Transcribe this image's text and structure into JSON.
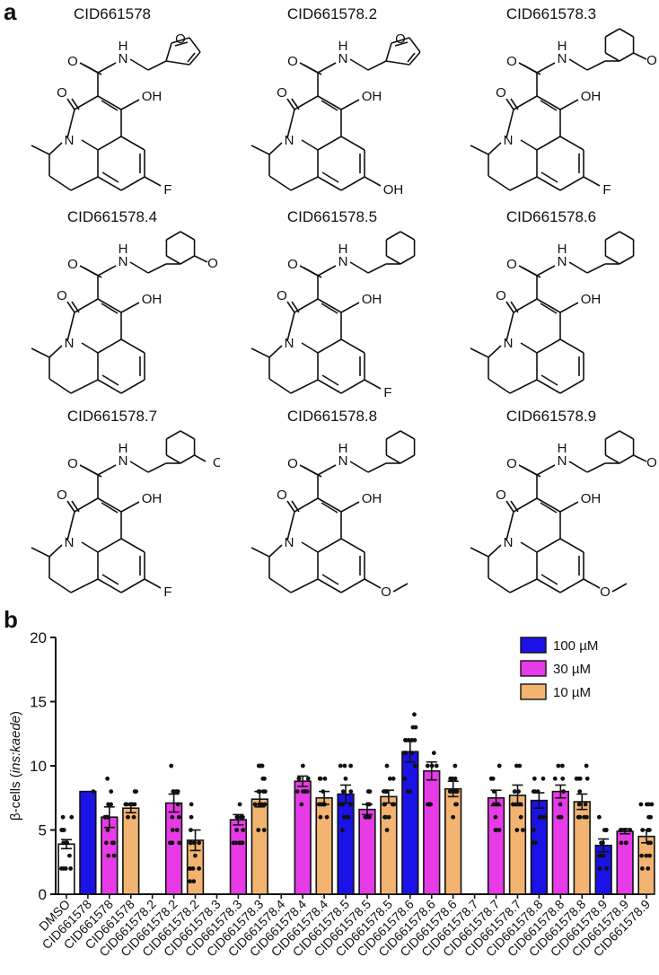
{
  "panels": {
    "a": "a",
    "b": "b"
  },
  "compounds": [
    {
      "name": "CID661578",
      "amine": "furan",
      "r": "F"
    },
    {
      "name": "CID661578.2",
      "amine": "furan",
      "r": "OH"
    },
    {
      "name": "CID661578.3",
      "amine": "methoxybenzyl",
      "r": "F"
    },
    {
      "name": "CID661578.4",
      "amine": "methoxybenzyl",
      "r": ""
    },
    {
      "name": "CID661578.5",
      "amine": "benzyl",
      "r": "F"
    },
    {
      "name": "CID661578.6",
      "amine": "benzyl",
      "r": ""
    },
    {
      "name": "CID661578.7",
      "amine": "hydroxybenzyl",
      "r": "F"
    },
    {
      "name": "CID661578.8",
      "amine": "benzyl",
      "r": "O"
    },
    {
      "name": "CID661578.9",
      "amine": "methoxybenzyl",
      "r": "O"
    }
  ],
  "labels": {
    "H": "H",
    "N": "N",
    "O": "O",
    "OH": "OH"
  },
  "chart_data": {
    "type": "bar",
    "ylabel_prefix": "β-cells (",
    "ylabel_italic": "ins:kaede",
    "ylabel_suffix": ")",
    "ylim": [
      0,
      20
    ],
    "yticks": [
      "0",
      "5",
      "10",
      "15",
      "20"
    ],
    "legend": [
      {
        "name": "100 µM",
        "color": "#1a12e6"
      },
      {
        "name": "30 µM",
        "color": "#e83be8"
      },
      {
        "name": "10 µM",
        "color": "#f2b470"
      }
    ],
    "legend_position": "top-right",
    "bars": [
      {
        "label": "DMSO",
        "value": 3.9,
        "err": 0.35,
        "group": "dmso",
        "color": "#ffffff",
        "n": 16,
        "spread": 2.2
      },
      {
        "label": "CID661578",
        "value": 8.0,
        "err": 0.0,
        "group": "100",
        "color": "#1a12e6",
        "n": 1,
        "spread": 0
      },
      {
        "label": "CID661578",
        "value": 6.0,
        "err": 0.8,
        "group": "30",
        "color": "#e83be8",
        "n": 14,
        "spread": 3.2
      },
      {
        "label": "CID661578",
        "value": 6.7,
        "err": 0.35,
        "group": "10",
        "color": "#f2b470",
        "n": 10,
        "spread": 1.6
      },
      {
        "label": "CID661578.2",
        "value": null,
        "err": 0,
        "group": "100",
        "color": "#1a12e6",
        "n": 0,
        "spread": 0
      },
      {
        "label": "CID661578.2",
        "value": 7.1,
        "err": 0.7,
        "group": "30",
        "color": "#e83be8",
        "n": 14,
        "spread": 3.2
      },
      {
        "label": "CID661578.2",
        "value": 4.2,
        "err": 0.8,
        "group": "10",
        "color": "#f2b470",
        "n": 14,
        "spread": 3.4
      },
      {
        "label": "CID661578.3",
        "value": null,
        "err": 0,
        "group": "100",
        "color": "#1a12e6",
        "n": 0,
        "spread": 0
      },
      {
        "label": "CID661578.3",
        "value": 5.8,
        "err": 0.4,
        "group": "30",
        "color": "#e83be8",
        "n": 12,
        "spread": 2.3
      },
      {
        "label": "CID661578.3",
        "value": 7.4,
        "err": 0.6,
        "group": "10",
        "color": "#f2b470",
        "n": 16,
        "spread": 2.8
      },
      {
        "label": "CID661578.4",
        "value": null,
        "err": 0,
        "group": "100",
        "color": "#1a12e6",
        "n": 0,
        "spread": 0
      },
      {
        "label": "CID661578.4",
        "value": 8.8,
        "err": 0.4,
        "group": "30",
        "color": "#e83be8",
        "n": 10,
        "spread": 1.6
      },
      {
        "label": "CID661578.4",
        "value": 7.5,
        "err": 0.5,
        "group": "10",
        "color": "#f2b470",
        "n": 12,
        "spread": 2.0
      },
      {
        "label": "CID661578.5",
        "value": 7.8,
        "err": 0.7,
        "group": "100",
        "color": "#1a12e6",
        "n": 15,
        "spread": 3.0
      },
      {
        "label": "CID661578.5",
        "value": 6.6,
        "err": 0.4,
        "group": "30",
        "color": "#e83be8",
        "n": 10,
        "spread": 1.4
      },
      {
        "label": "CID661578.5",
        "value": 7.6,
        "err": 0.5,
        "group": "10",
        "color": "#f2b470",
        "n": 16,
        "spread": 2.5
      },
      {
        "label": "CID661578.6",
        "value": 11.1,
        "err": 0.8,
        "group": "100",
        "color": "#1a12e6",
        "n": 16,
        "spread": 3.2
      },
      {
        "label": "CID661578.6",
        "value": 9.6,
        "err": 0.7,
        "group": "30",
        "color": "#e83be8",
        "n": 12,
        "spread": 3.0
      },
      {
        "label": "CID661578.6",
        "value": 8.2,
        "err": 0.6,
        "group": "10",
        "color": "#f2b470",
        "n": 12,
        "spread": 2.2
      },
      {
        "label": "CID661578.7",
        "value": null,
        "err": 0,
        "group": "100",
        "color": "#1a12e6",
        "n": 0,
        "spread": 0
      },
      {
        "label": "CID661578.7",
        "value": 7.5,
        "err": 0.6,
        "group": "30",
        "color": "#e83be8",
        "n": 12,
        "spread": 2.2
      },
      {
        "label": "CID661578.7",
        "value": 7.7,
        "err": 0.8,
        "group": "10",
        "color": "#f2b470",
        "n": 12,
        "spread": 3.0
      },
      {
        "label": "CID661578.8",
        "value": 7.3,
        "err": 0.6,
        "group": "100",
        "color": "#1a12e6",
        "n": 12,
        "spread": 3.0
      },
      {
        "label": "CID661578.8",
        "value": 8.0,
        "err": 0.5,
        "group": "30",
        "color": "#e83be8",
        "n": 10,
        "spread": 2.4
      },
      {
        "label": "CID661578.8",
        "value": 7.2,
        "err": 0.6,
        "group": "10",
        "color": "#f2b470",
        "n": 12,
        "spread": 2.5
      },
      {
        "label": "CID661578.9",
        "value": 3.8,
        "err": 0.5,
        "group": "100",
        "color": "#1a12e6",
        "n": 12,
        "spread": 2.2
      },
      {
        "label": "CID661578.9",
        "value": 4.9,
        "err": 0.2,
        "group": "30",
        "color": "#e83be8",
        "n": 8,
        "spread": 0.6
      },
      {
        "label": "CID661578.9",
        "value": 4.5,
        "err": 0.5,
        "group": "10",
        "color": "#f2b470",
        "n": 16,
        "spread": 2.8
      }
    ]
  }
}
